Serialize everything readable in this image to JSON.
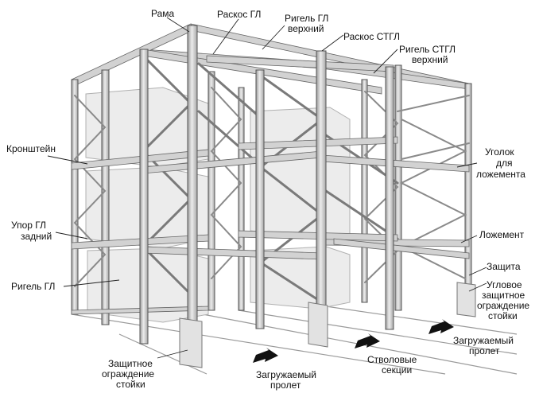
{
  "labels": {
    "rama": "Рама",
    "raskos_gl": "Раскос ГЛ",
    "rigel_gl_verh_1": "Ригель ГЛ",
    "rigel_gl_verh_2": "верхний",
    "raskos_stgl": "Раскос СТГЛ",
    "rigel_stgl_verh_1": "Ригель СТГЛ",
    "rigel_stgl_verh_2": "верхний",
    "kronshtein": "Кронштейн",
    "ugolok_1": "Уголок",
    "ugolok_2": "для",
    "ugolok_3": "ложемента",
    "upor_1": "Упор ГЛ",
    "upor_2": "задний",
    "lozhement": "Ложемент",
    "rigel_gl": "Ригель ГЛ",
    "zaschita": "Защита",
    "uglovoe_1": "Угловое",
    "uglovoe_2": "защитное",
    "uglovoe_3": "ограждение",
    "uglovoe_4": "стойки",
    "zaschitnoe_1": "Защитное",
    "zaschitnoe_2": "ограждение",
    "zaschitnoe_3": "стойки",
    "zagr_left_1": "Загружаемый",
    "zagr_left_2": "пролет",
    "stvol_1": "Стволовые",
    "stvol_2": "секции",
    "zagr_right_1": "Загружаемый",
    "zagr_right_2": "пролет"
  },
  "colors": {
    "steel_light": "#e6e6e6",
    "steel_dark": "#9a9a9a",
    "text": "#111111"
  }
}
